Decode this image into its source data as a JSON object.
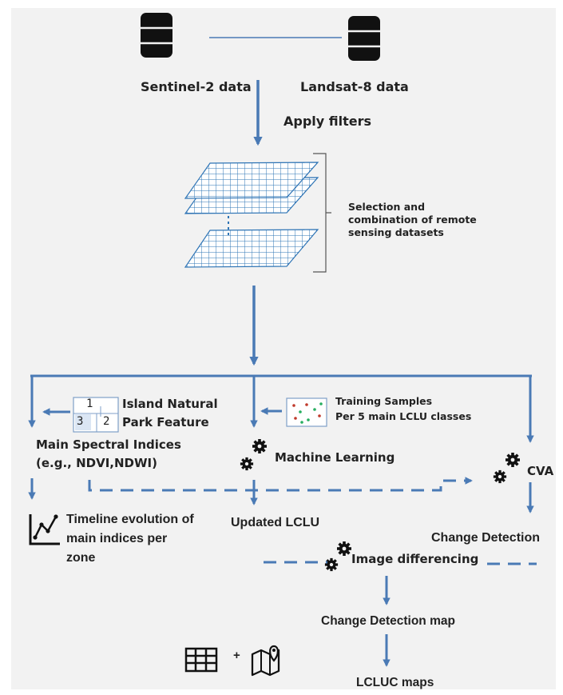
{
  "sources": {
    "sentinel": "Sentinel-2 data",
    "landsat": "Landsat-8 data"
  },
  "steps": {
    "apply_filters": "Apply filters",
    "selection_line1": "Selection and",
    "selection_line2": "combination of remote",
    "selection_line3": "sensing datasets"
  },
  "branches": {
    "island_line1": "Island Natural",
    "island_line2": "Park Feature",
    "island_grid": [
      "1",
      "3",
      "2"
    ],
    "training_line1": "Training Samples",
    "training_line2": "Per 5 main LCLU classes",
    "spectral_line1": "Main Spectral Indices",
    "spectral_line2": "(e.g., NDVI,NDWI)",
    "machine_learning": "Machine Learning",
    "cva": "CVA",
    "timeline_line1": "Timeline evolution of",
    "timeline_line2": "main indices per",
    "timeline_line3": "zone",
    "updated_lclu": "Updated LCLU",
    "change_detection": "Change Detection"
  },
  "outputs": {
    "image_differencing": "Image differencing",
    "change_detection_map": "Change Detection map",
    "lcluc_maps": "LCLUC maps",
    "plus": "+"
  },
  "icons": [
    "database-icon",
    "grid-layers-icon",
    "gear-icon",
    "chart-line-icon",
    "table-icon",
    "map-pin-icon",
    "scatter-samples-icon"
  ],
  "colors": {
    "arrow": "#4a7ab5",
    "grid": "#2e74b5",
    "panel": "#f2f2f2"
  }
}
